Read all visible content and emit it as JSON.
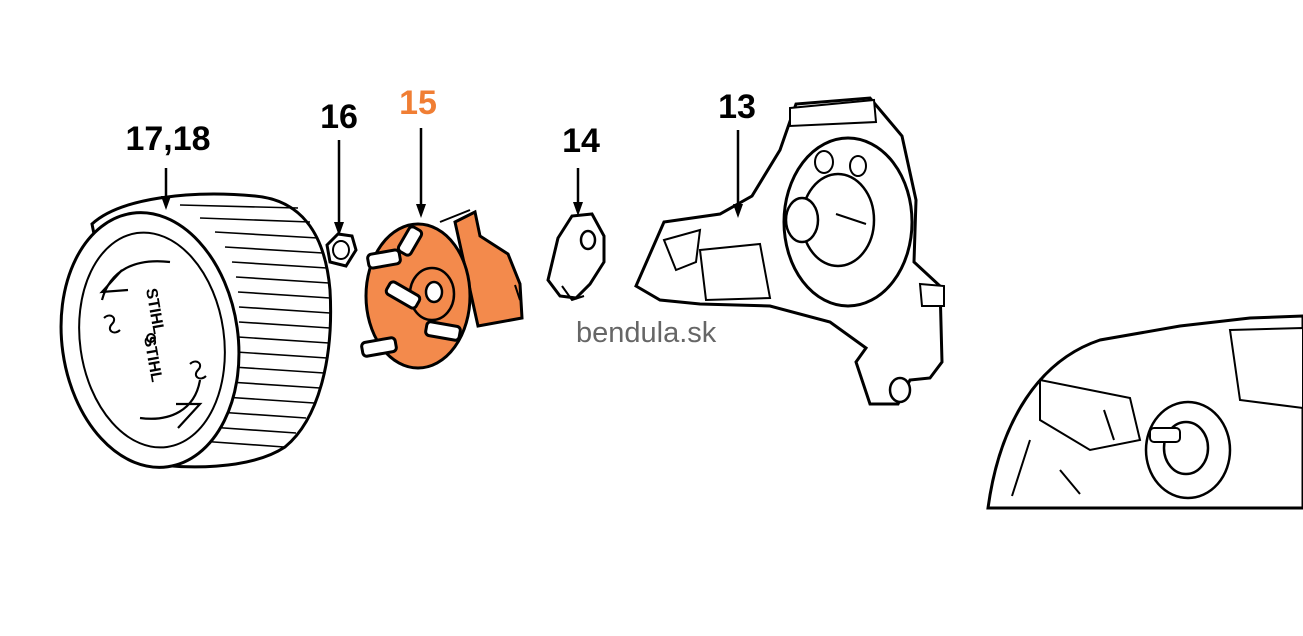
{
  "diagram": {
    "parts": [
      {
        "id": "part-17-18",
        "label": "17,18",
        "highlighted": false
      },
      {
        "id": "part-16",
        "label": "16",
        "highlighted": false
      },
      {
        "id": "part-15",
        "label": "15",
        "highlighted": true
      },
      {
        "id": "part-14",
        "label": "14",
        "highlighted": false
      },
      {
        "id": "part-13",
        "label": "13",
        "highlighted": false
      }
    ],
    "filter_logo_text": "STIHL",
    "watermark": "bendula.sk",
    "colors": {
      "highlight": "#f07e34",
      "highlight_fill": "#f38a4c",
      "line": "#000000",
      "background": "#ffffff",
      "watermark": "#666666"
    }
  }
}
